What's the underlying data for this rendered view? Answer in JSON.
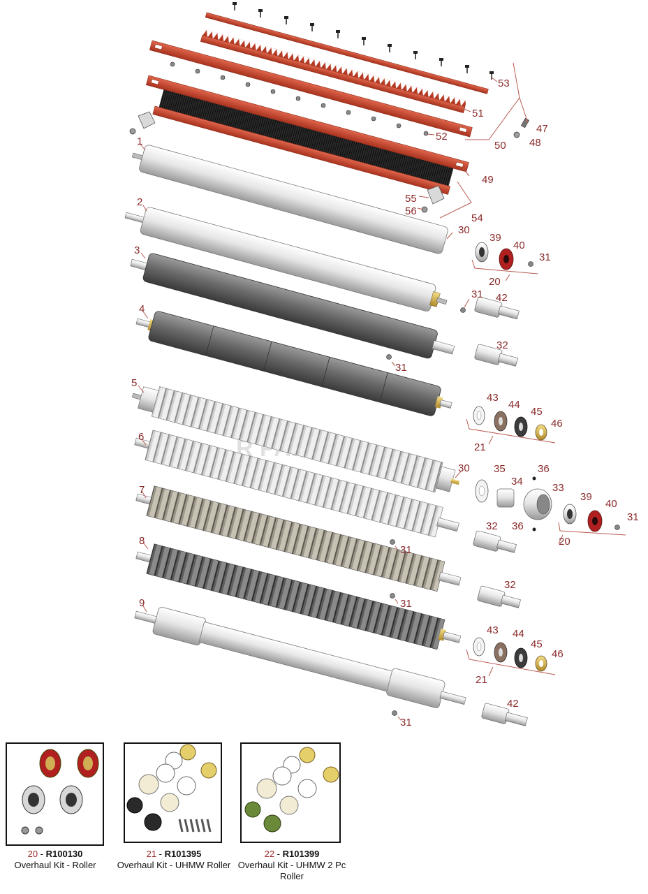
{
  "watermark": "R  PARTS",
  "callouts": [
    {
      "id": "c53",
      "text": "53"
    },
    {
      "id": "c51",
      "text": "51"
    },
    {
      "id": "c52",
      "text": "52"
    },
    {
      "id": "c50",
      "text": "50"
    },
    {
      "id": "c47",
      "text": "47"
    },
    {
      "id": "c48",
      "text": "48"
    },
    {
      "id": "c49",
      "text": "49"
    },
    {
      "id": "c1",
      "text": "1"
    },
    {
      "id": "c55",
      "text": "55"
    },
    {
      "id": "c56",
      "text": "56"
    },
    {
      "id": "c54",
      "text": "54"
    },
    {
      "id": "c2",
      "text": "2"
    },
    {
      "id": "c30a",
      "text": "30"
    },
    {
      "id": "c39a",
      "text": "39"
    },
    {
      "id": "c40a",
      "text": "40"
    },
    {
      "id": "c31a",
      "text": "31"
    },
    {
      "id": "c20a",
      "text": "20"
    },
    {
      "id": "c3",
      "text": "3"
    },
    {
      "id": "c31b",
      "text": "31"
    },
    {
      "id": "c42a",
      "text": "42"
    },
    {
      "id": "c4",
      "text": "4"
    },
    {
      "id": "c32a",
      "text": "32"
    },
    {
      "id": "c31c",
      "text": "31"
    },
    {
      "id": "c5",
      "text": "5"
    },
    {
      "id": "c43a",
      "text": "43"
    },
    {
      "id": "c44a",
      "text": "44"
    },
    {
      "id": "c45a",
      "text": "45"
    },
    {
      "id": "c46a",
      "text": "46"
    },
    {
      "id": "c21a",
      "text": "21"
    },
    {
      "id": "c6",
      "text": "6"
    },
    {
      "id": "c30b",
      "text": "30"
    },
    {
      "id": "c35",
      "text": "35"
    },
    {
      "id": "c36a",
      "text": "36"
    },
    {
      "id": "c34",
      "text": "34"
    },
    {
      "id": "c33",
      "text": "33"
    },
    {
      "id": "c39b",
      "text": "39"
    },
    {
      "id": "c40b",
      "text": "40"
    },
    {
      "id": "c31d",
      "text": "31"
    },
    {
      "id": "c36b",
      "text": "36"
    },
    {
      "id": "c7",
      "text": "7"
    },
    {
      "id": "c20b",
      "text": "20"
    },
    {
      "id": "c32b",
      "text": "32"
    },
    {
      "id": "c31e",
      "text": "31"
    },
    {
      "id": "c8",
      "text": "8"
    },
    {
      "id": "c32c",
      "text": "32"
    },
    {
      "id": "c31f",
      "text": "31"
    },
    {
      "id": "c9",
      "text": "9"
    },
    {
      "id": "c43b",
      "text": "43"
    },
    {
      "id": "c44b",
      "text": "44"
    },
    {
      "id": "c45b",
      "text": "45"
    },
    {
      "id": "c46b",
      "text": "46"
    },
    {
      "id": "c21b",
      "text": "21"
    },
    {
      "id": "c42b",
      "text": "42"
    },
    {
      "id": "c31g",
      "text": "31"
    }
  ],
  "kits": [
    {
      "number": "20",
      "part": "R100130",
      "name": "Overhaul Kit - Roller",
      "name2": ""
    },
    {
      "number": "21",
      "part": "R101395",
      "name": "Overhaul Kit - UHMW Roller",
      "name2": ""
    },
    {
      "number": "22",
      "part": "R101399",
      "name": "Overhaul Kit - UHMW 2 Pc",
      "name2": "Roller"
    }
  ],
  "kit_separator": " - ",
  "colors": {
    "callout": "#8a2a2a",
    "leader": "#b85a50",
    "scraper": "#c84a32",
    "brush": "#1c1c1c",
    "roller_light": "#e8e8e8",
    "roller_dark": "#6e6e6e",
    "brass": "#d4b44a",
    "seal_red": "#b02020"
  }
}
